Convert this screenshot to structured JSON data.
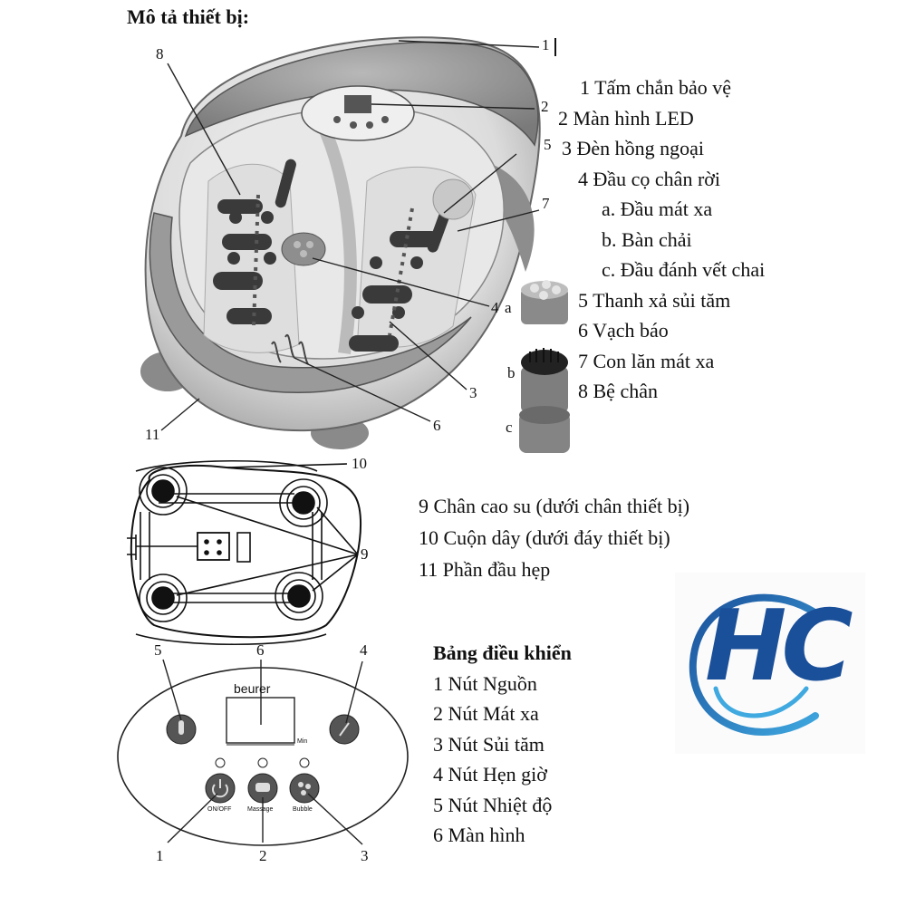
{
  "title": "Mô tả thiết bị:",
  "device_legend": [
    "1 Tấm chắn bảo vệ",
    "2 Màn hình LED",
    "3 Đèn hồng ngoại",
    "4 Đầu cọ chân rời",
    "a. Đầu mát xa",
    "b. Bàn chải",
    "c. Đầu đánh vết chai",
    "5 Thanh xả sủi tăm",
    "6 Vạch báo",
    "7 Con lăn mát xa",
    "8 Bệ chân"
  ],
  "bottom_legend": [
    "9 Chân cao su (dưới chân thiết bị)",
    "10 Cuộn dây (dưới đáy thiết bị)",
    "11 Phần đầu hẹp"
  ],
  "control_panel": {
    "title": "Bảng điều khiển",
    "items": [
      "1 Nút Nguồn",
      "2 Nút Mát xa",
      "3 Nút Sủi tăm",
      "4 Nút Hẹn giờ",
      "5 Nút Nhiệt độ",
      "6 Màn hình"
    ],
    "brand": "beurer",
    "button_labels": [
      "ON/OFF",
      "Massage",
      "Bubble"
    ],
    "min_label": "Min"
  },
  "callouts": {
    "c1": "1",
    "c2": "2",
    "c3": "3",
    "c4": "4",
    "c5": "5",
    "c6": "6",
    "c7": "7",
    "c8": "8",
    "c9": "9",
    "c10": "10",
    "c11": "11",
    "ca": "a",
    "cb": "b",
    "cc": "c",
    "p1": "1",
    "p2": "2",
    "p3": "3",
    "p4": "4",
    "p5": "5",
    "p6": "6"
  },
  "logo": {
    "text": "HC",
    "colors": [
      "#1a4f9a",
      "#3fa9e0"
    ]
  }
}
